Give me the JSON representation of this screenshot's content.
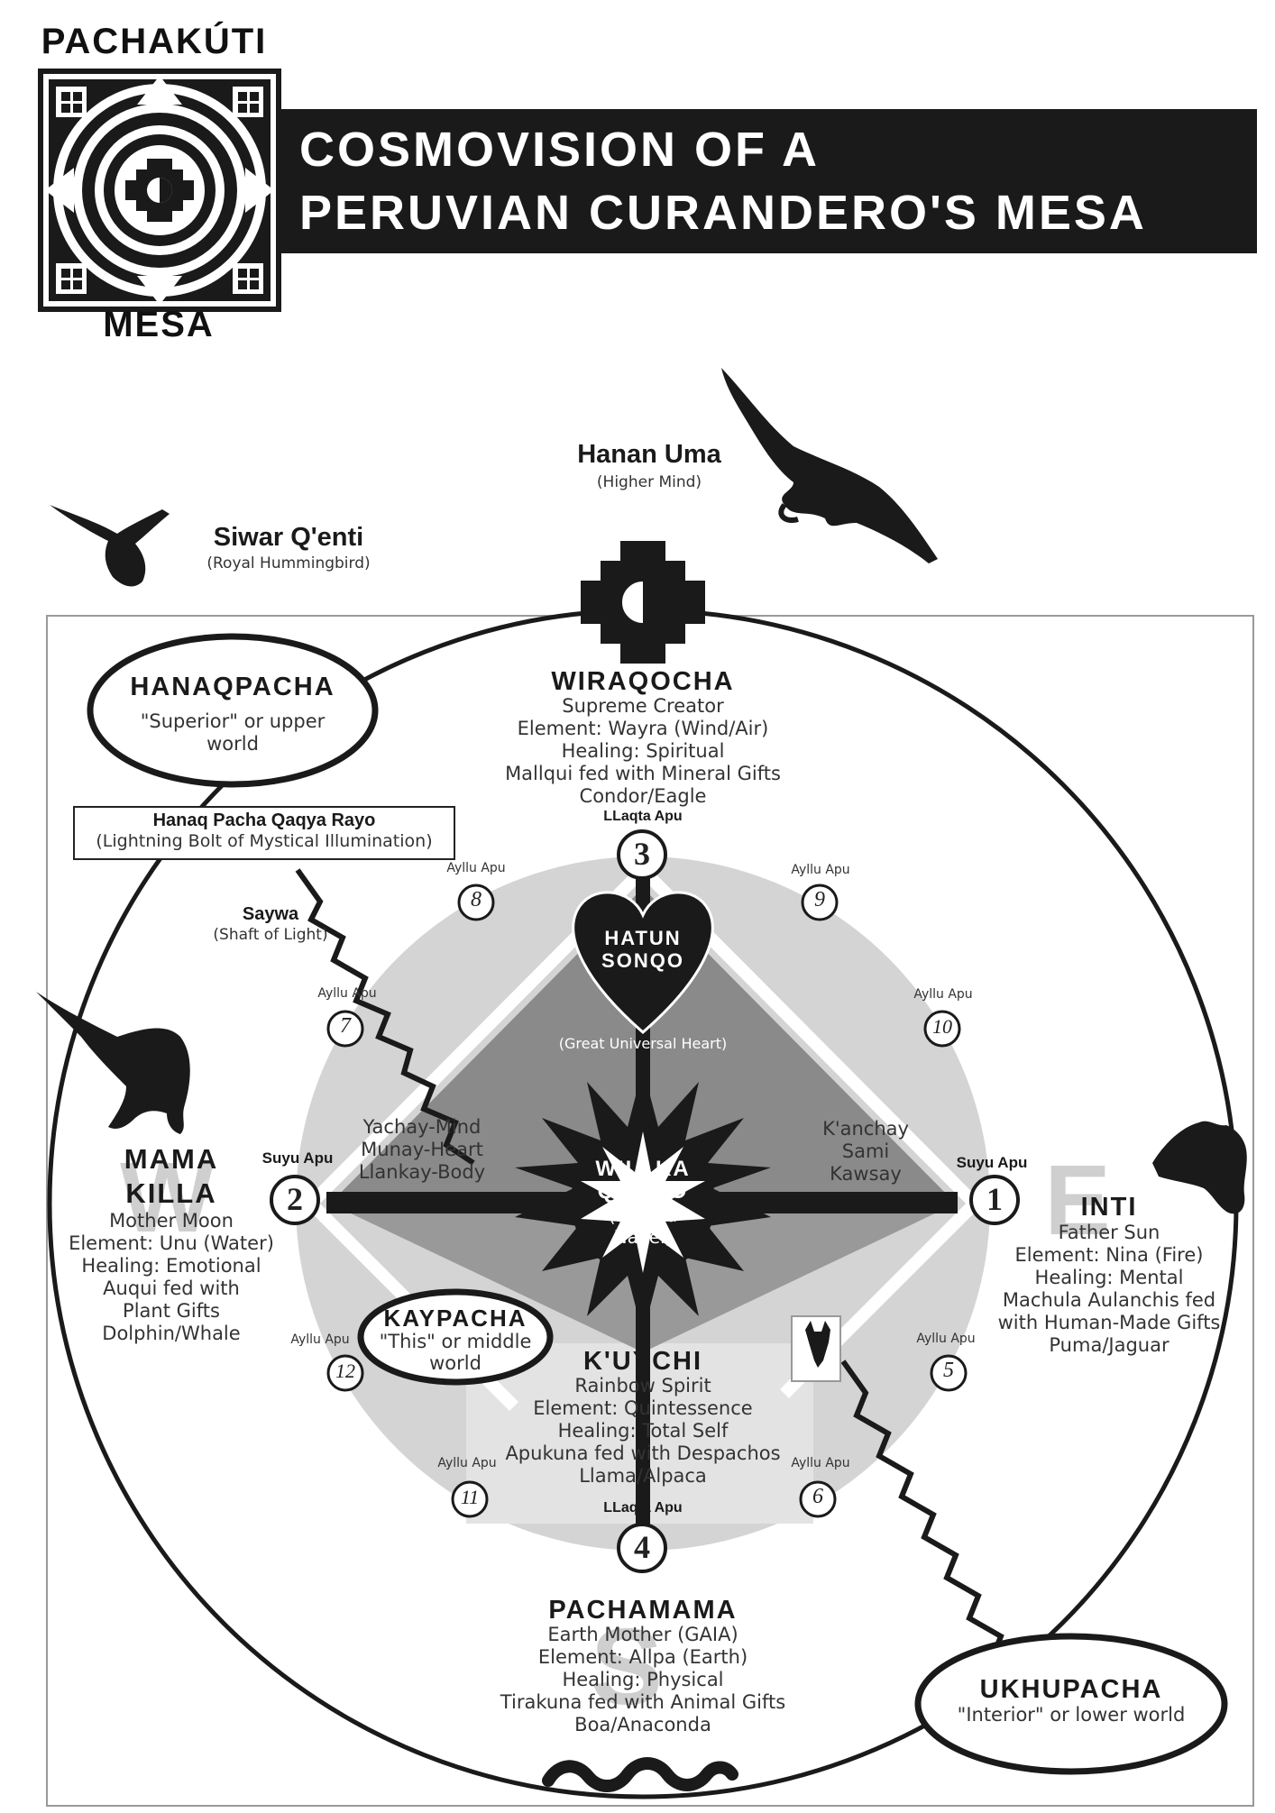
{
  "header": {
    "top_label": "PACHAKÚTI",
    "bottom_label": "MESA",
    "title_line1": "COSMOVISION OF A",
    "title_line2": "PERUVIAN CURANDERO'S MESA"
  },
  "top": {
    "hanan_uma": "Hanan Uma",
    "hanan_uma_sub": "(Higher Mind)",
    "siwar": "Siwar Q'enti",
    "siwar_sub": "(Royal Hummingbird)"
  },
  "hanaqpacha": {
    "title": "HANAQPACHA",
    "line1": "\"Superior\" or upper",
    "line2": "world"
  },
  "rayo": {
    "line1": "Hanaq Pacha Qaqya Rayo",
    "line2": "(Lightning Bolt of Mystical Illumination)"
  },
  "saywa": {
    "title": "Saywa",
    "sub": "(Shaft of Light)"
  },
  "north": {
    "title": "WIRAQOCHA",
    "lines": [
      "Supreme Creator",
      "Element: Wayra (Wind/Air)",
      "Healing: Spiritual",
      "Mallqui fed with Mineral Gifts",
      "Condor/Eagle"
    ],
    "apu": "LLaqta Apu"
  },
  "south": {
    "title": "PACHAMAMA",
    "lines": [
      "Earth Mother (GAIA)",
      "Element: Allpa (Earth)",
      "Healing: Physical",
      "Tirakuna fed with Animal Gifts",
      "Boa/Anaconda"
    ],
    "apu": "LLaqta Apu"
  },
  "west": {
    "title1": "MAMA",
    "title2": "KILLA",
    "lines": [
      "Mother Moon",
      "Element: Unu (Water)",
      "Healing: Emotional",
      "Auqui fed with",
      "Plant Gifts",
      "Dolphin/Whale"
    ],
    "apu": "Suyu Apu"
  },
  "east": {
    "title": "INTI",
    "lines": [
      "Father Sun",
      "Element: Nina (Fire)",
      "Healing: Mental",
      "Machula Aulanchis fed",
      "with Human-Made Gifts",
      "Puma/Jaguar"
    ],
    "apu": "Suyu Apu"
  },
  "center": {
    "heart_line1": "HATUN",
    "heart_line2": "SONQO",
    "heart_sub": "(Great Universal Heart)",
    "sun_line1": "WILLKA",
    "sun_line2": "QOSQO",
    "sun_line3": "(Sacred",
    "sun_line4": "Navel)",
    "left_lines": [
      "Yachay-Mind",
      "Munay-Heart",
      "Llankay-Body"
    ],
    "right_lines": [
      "K'anchay",
      "Sami",
      "Kawsay"
    ]
  },
  "kaypacha": {
    "title": "KAYPACHA",
    "line1": "\"This\" or middle",
    "line2": "world"
  },
  "kuychi": {
    "title": "K'UYCHI",
    "lines": [
      "Rainbow Spirit",
      "Element: Quintessence",
      "Healing: Total Self",
      "Apukuna fed with Despachos",
      "Llama/Alpaca"
    ]
  },
  "ukhupacha": {
    "title": "UKHUPACHA",
    "line1": "\"Interior\" or lower world"
  },
  "compass": {
    "w": "W",
    "e": "E",
    "s": "S"
  },
  "numbers": {
    "n1": "1",
    "n2": "2",
    "n3": "3",
    "n4": "4",
    "n5": "5",
    "n6": "6",
    "n7": "7",
    "n8": "8",
    "n9": "9",
    "n10": "10",
    "n11": "11",
    "n12": "12"
  },
  "ayllu": {
    "label": "Ayllu Apu"
  },
  "colors": {
    "ink": "#1a1a1a",
    "light_gray": "#d4d4d4",
    "mid_gray": "#a9a9a9",
    "dark_gray": "#8a8a8a"
  }
}
